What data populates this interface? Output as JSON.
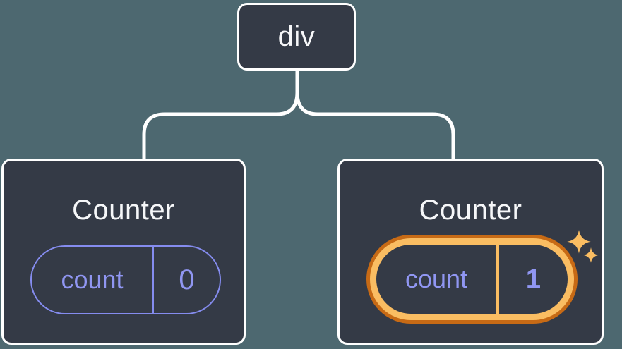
{
  "diagram": {
    "description": "React component tree: a div root with two Counter children; the second Counter's state is highlighted",
    "root": {
      "label": "div"
    },
    "children": [
      {
        "title": "Counter",
        "state": {
          "key": "count",
          "value": "0"
        },
        "highlighted": false
      },
      {
        "title": "Counter",
        "state": {
          "key": "count",
          "value": "1"
        },
        "highlighted": true
      }
    ]
  },
  "colors": {
    "background": "#4D6870",
    "node_fill": "#343A46",
    "node_border": "#FFFFFF",
    "text_primary": "#F6F7F9",
    "state_purple": "#9096F2",
    "pill_border_purple": "#858CEF",
    "highlight_orange_dark": "#C76A15",
    "highlight_orange_light": "#FABD62",
    "edge_line": "#FFFFFF"
  }
}
